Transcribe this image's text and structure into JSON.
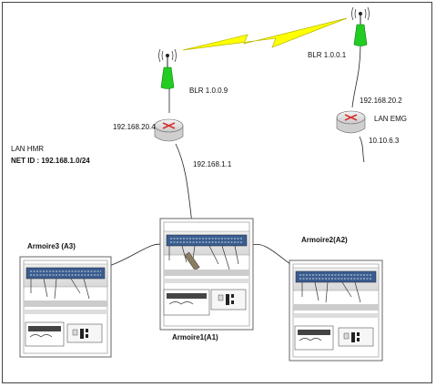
{
  "diagram": {
    "blr_right": "BLR 1.0.0.1",
    "blr_left": "BLR 1.0.0.9",
    "ip_right_router": "192.168.20.2",
    "lan_emg": "LAN EMG",
    "ip_emg": "10.10.6.3",
    "ip_left_router": "192.168.20.4",
    "ip_lan": "192.168.1.1",
    "lan_hmr": "LAN HMR",
    "net_id": "NET ID : 192.168.1.0/24",
    "armoire3": "Armoire3 (A3)",
    "armoire2": "Armoire2(A2)",
    "armoire1": "Armoire1(A1)"
  },
  "colors": {
    "antenna": "#22cc22",
    "lightning": "#ffff00",
    "router_arrows": "#d63030",
    "switch_blue": "#3a5d8f",
    "cabinet_line": "#555555"
  }
}
